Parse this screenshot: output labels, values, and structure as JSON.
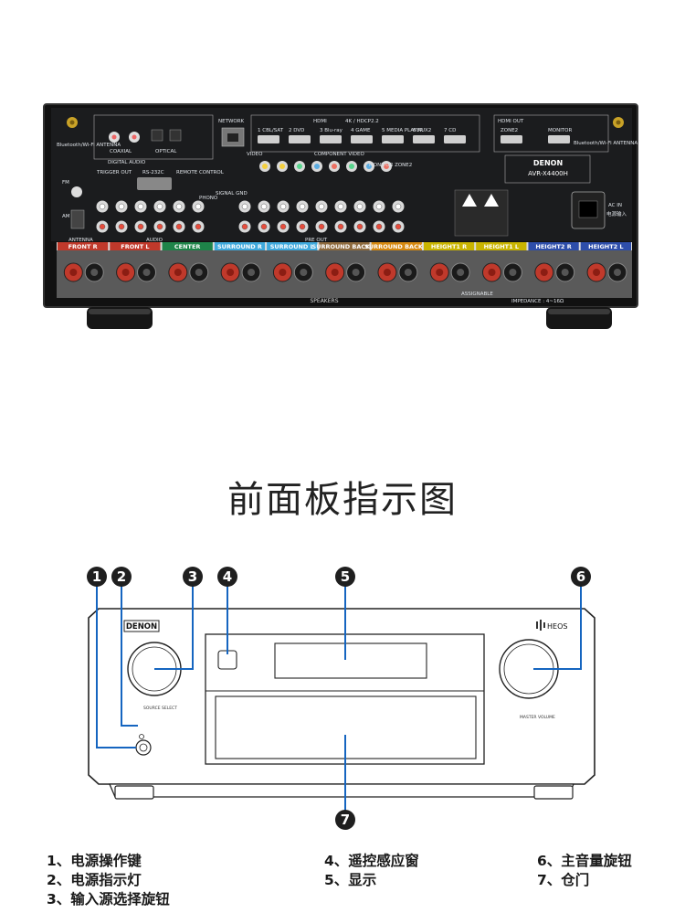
{
  "rear_panel": {
    "network_label": "NETWORK",
    "bt_antenna_left": "Bluetooth/Wi-Fi ANTENNA",
    "bt_antenna_right": "Bluetooth/Wi-Fi ANTENNA",
    "hdmi_label": "HDMI",
    "hdcp_label": "4K / HDCP2.2",
    "hdmi_out_label": "HDMI OUT",
    "hdmi_inputs": [
      "1 CBL/SAT",
      "2 DVD",
      "3 Blu-ray",
      "4 GAME",
      "5 MEDIA PLAYER",
      "6 AUX2",
      "7 CD"
    ],
    "hdmi_outputs": [
      "ZONE2",
      "MONITOR"
    ],
    "digital_audio_label": "DIGITAL AUDIO",
    "coaxial_label": "COAXIAL",
    "optical_label": "OPTICAL",
    "video_label": "VIDEO",
    "component_label": "COMPONENT VIDEO",
    "monitor_zone2_label": "MONITOR ZONE2",
    "trigger_label": "TRIGGER OUT",
    "rs232_label": "RS-232C",
    "remote_control_label": "REMOTE CONTROL",
    "audio_label": "AUDIO",
    "phono_label": "PHONO",
    "signal_gnd_label": "SIGNAL GND",
    "pre_out_label": "PRE OUT",
    "antenna_label": "ANTENNA",
    "fm_label": "FM",
    "am_label": "AM",
    "brand": "DENON",
    "model": "AVR-X4400H",
    "ac_in_label": "AC IN",
    "ac_in_cn": "电源输入",
    "speakers_label": "SPEAKERS",
    "assignable_label": "ASSIGNABLE",
    "impedance_label": "IMPEDANCE : 4~16Ω",
    "speaker_channels": [
      {
        "label": "FRONT R",
        "color": "#c0392b"
      },
      {
        "label": "FRONT L",
        "color": "#c0392b"
      },
      {
        "label": "CENTER",
        "color": "#1e8449"
      },
      {
        "label": "SURROUND R",
        "color": "#3fa9dc"
      },
      {
        "label": "SURROUND L",
        "color": "#3fa9dc"
      },
      {
        "label": "SURROUND BACK R",
        "color": "#8e6b3e"
      },
      {
        "label": "SURROUND BACK L",
        "color": "#d68910"
      },
      {
        "label": "HEIGHT1 R",
        "color": "#c9b400"
      },
      {
        "label": "HEIGHT1 L",
        "color": "#c9b400"
      },
      {
        "label": "HEIGHT2 R",
        "color": "#2e4eaa"
      },
      {
        "label": "HEIGHT2 L",
        "color": "#2e4eaa"
      }
    ]
  },
  "title": "前面板指示图",
  "front_panel": {
    "brand": "DENON",
    "heos": "HEOS",
    "source_select": "SOURCE SELECT",
    "master_volume": "MASTER VOLUME",
    "markers": [
      "1",
      "2",
      "3",
      "4",
      "5",
      "6",
      "7"
    ]
  },
  "legend": [
    "1、电源操作键",
    "2、电源指示灯",
    "3、输入源选择旋钮",
    "4、遥控感应窗",
    "5、显示",
    "6、主音量旋钮",
    "7、仓门"
  ],
  "colors": {
    "marker": "#1f1f1f",
    "callout_line": "#1565c0",
    "chassis": "#121212"
  }
}
